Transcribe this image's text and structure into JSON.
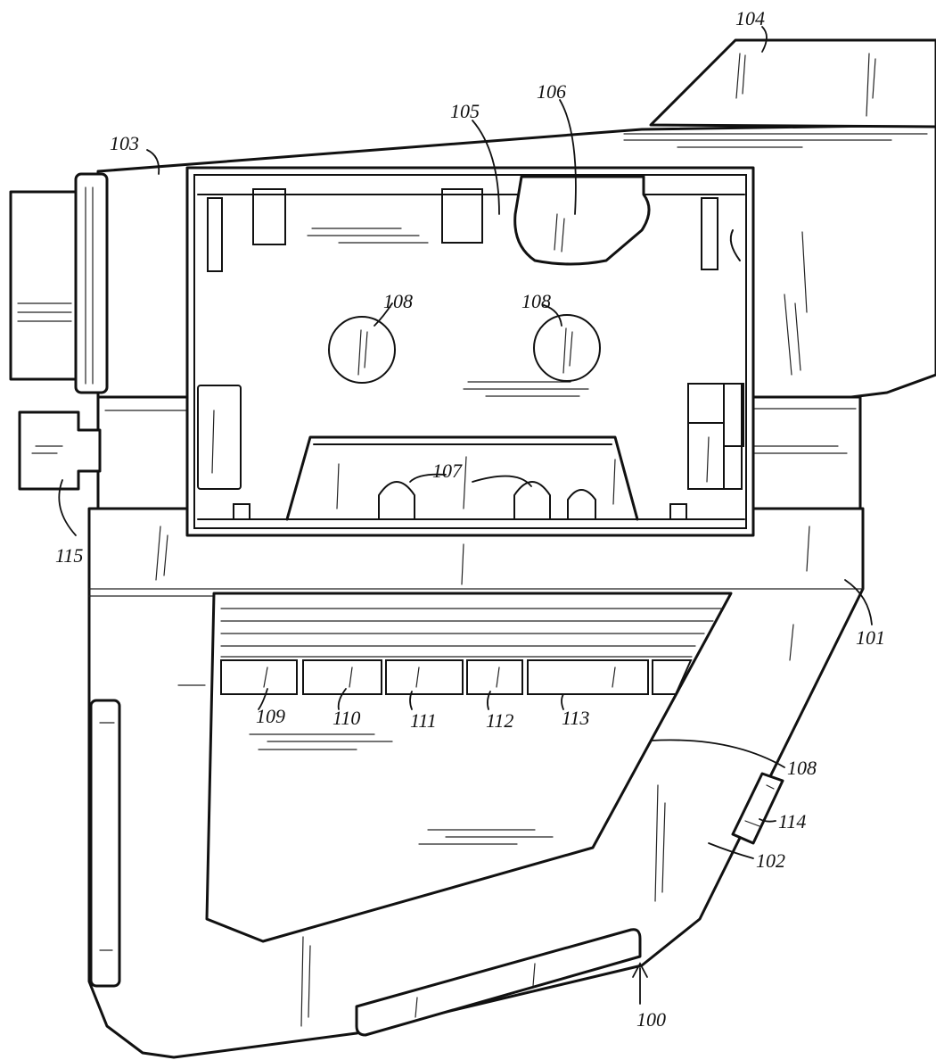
{
  "figure": {
    "ink_color": "#111111",
    "paper_color": "#ffffff",
    "labels": {
      "ref_100": "100",
      "ref_101": "101",
      "ref_102": "102",
      "ref_103": "103",
      "ref_104": "104",
      "ref_105": "105",
      "ref_106": "106",
      "ref_107": "107",
      "ref_108_left": "108",
      "ref_108_right": "108",
      "ref_108_body": "108",
      "ref_109": "109",
      "ref_110": "110",
      "ref_111": "111",
      "ref_112": "112",
      "ref_113": "113",
      "ref_114": "114",
      "ref_115": "115"
    }
  }
}
